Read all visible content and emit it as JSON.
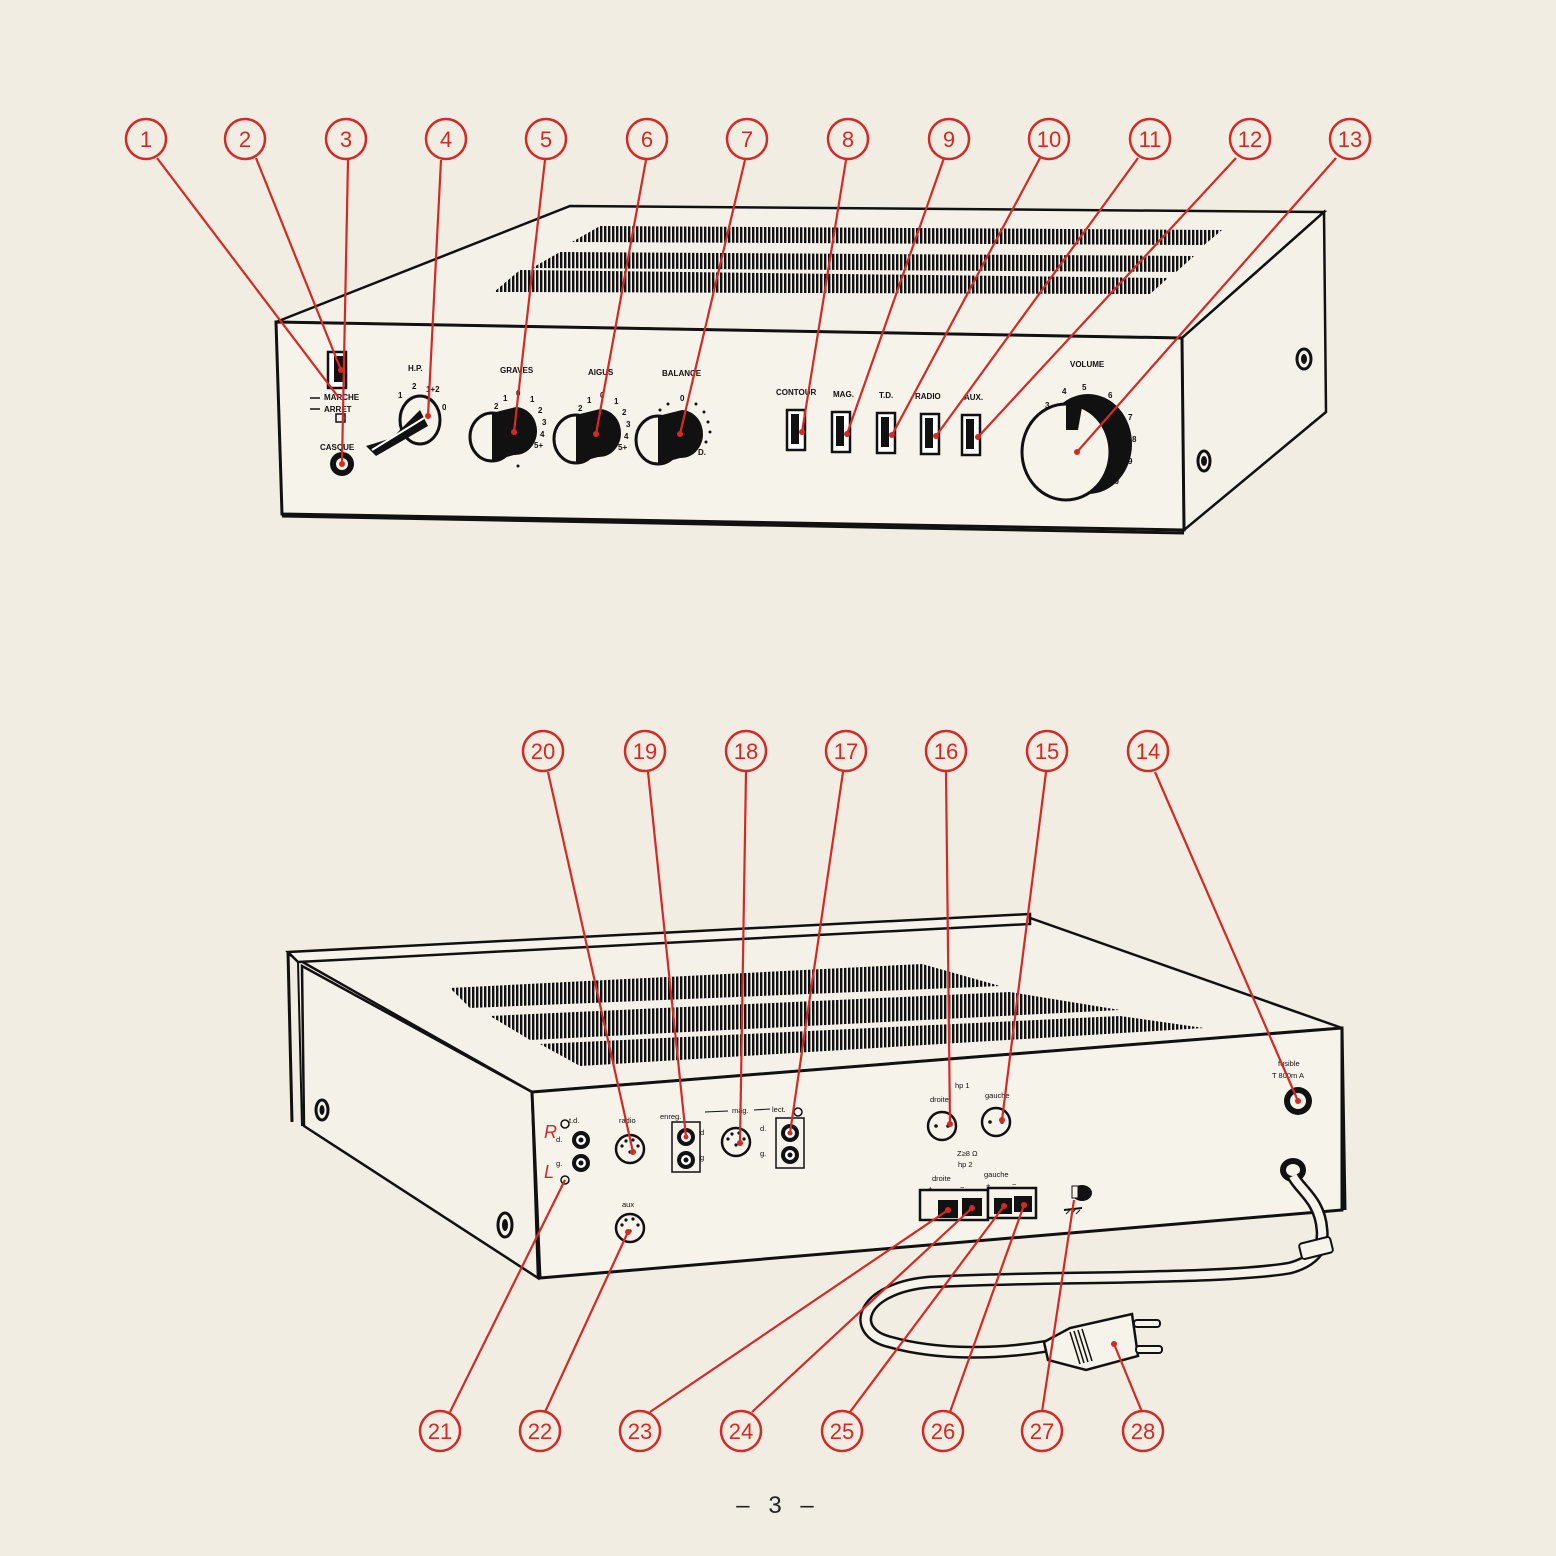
{
  "front_panel": {
    "switch_marche": "MARCHE",
    "switch_arret": "ARRET",
    "headphone": "CASQUE",
    "hp": {
      "title": "H.P.",
      "s1": "1",
      "s2": "2",
      "s12": "1+2",
      "s0": "0"
    },
    "graves": {
      "title": "GRAVES",
      "t1": "2",
      "t2": "1",
      "t3": "0",
      "t4": "1",
      "t5": "2",
      "t6": "3",
      "t7": "4",
      "t8": "5+"
    },
    "aigus": {
      "title": "AIGUS",
      "t1": "2",
      "t2": "1",
      "t3": "0",
      "t4": "1",
      "t5": "2",
      "t6": "3",
      "t7": "4",
      "t8": "5+"
    },
    "balance": {
      "title": "BALANCE",
      "t0": "0",
      "tD": "D."
    },
    "buttons": [
      "CONTOUR",
      "MAG.",
      "T.D.",
      "RADIO",
      "AUX."
    ],
    "volume": {
      "title": "VOLUME",
      "ticks": [
        "3",
        "4",
        "5",
        "6",
        "7",
        "8",
        "9",
        "10"
      ]
    }
  },
  "rear_panel": {
    "td": "t.d.",
    "radio": "radio",
    "enreg": "enreg.",
    "mag": "mag.",
    "lect": "lect.",
    "d": "d.",
    "g": "g.",
    "d2": "d",
    "g2": "g",
    "aux": "aux",
    "hp1": "hp 1",
    "droite": "droite",
    "gauche": "gauche",
    "impedance": "Z≥8 Ω",
    "hp2": "hp 2",
    "plus": "+",
    "minus": "−",
    "fuse_line1": "fusible",
    "fuse_line2": "T 800m A",
    "hand_R": "R",
    "hand_L": "L"
  },
  "callouts_top": [
    "1",
    "2",
    "3",
    "4",
    "5",
    "6",
    "7",
    "8",
    "9",
    "10",
    "11",
    "12",
    "13"
  ],
  "callouts_bottom_upper": [
    "20",
    "19",
    "18",
    "17",
    "16",
    "15",
    "14"
  ],
  "callouts_bottom_lower": [
    "21",
    "22",
    "23",
    "24",
    "25",
    "26",
    "27",
    "28"
  ],
  "page_number": "– 3 –",
  "colors": {
    "callout": "#d42a26",
    "paper": "#f1ede2",
    "ink": "#111111"
  }
}
